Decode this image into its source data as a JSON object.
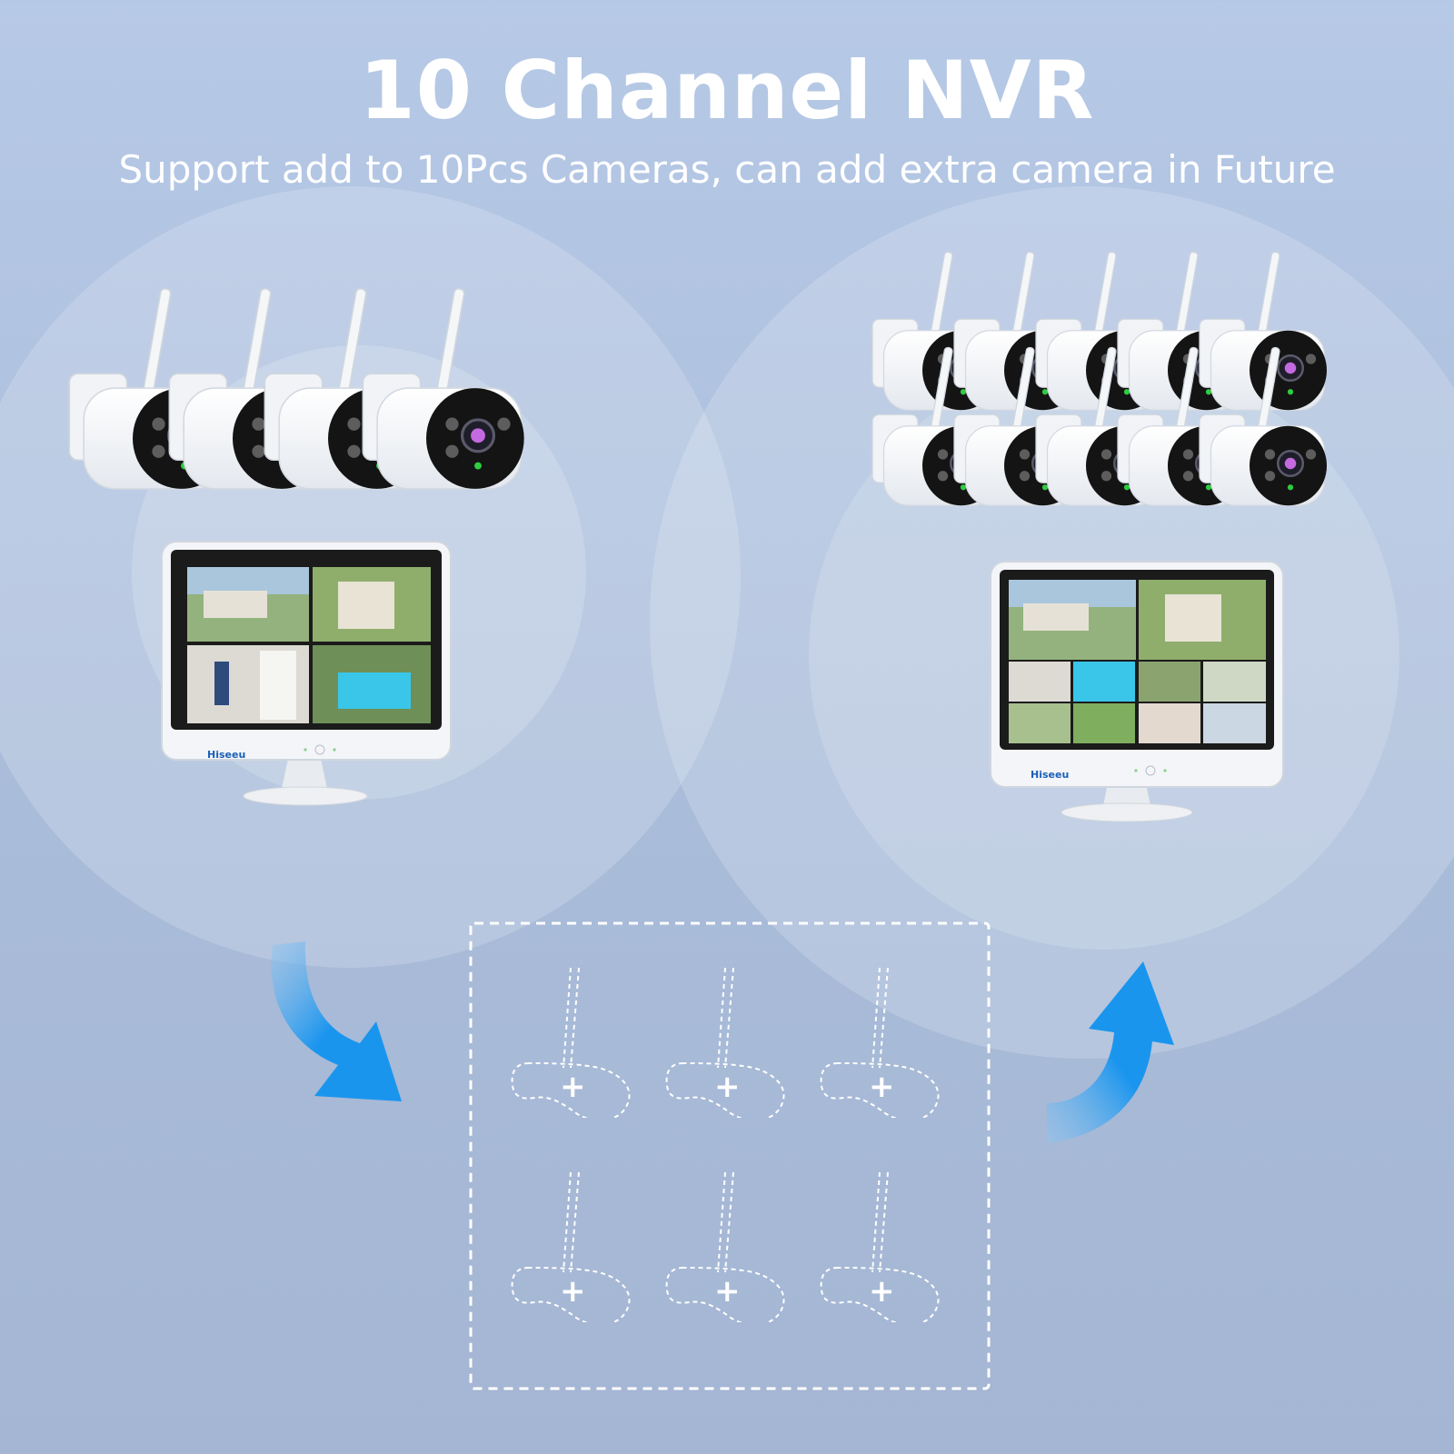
{
  "header": {
    "title": "10 Channel NVR",
    "subtitle": "Support add to 10Pcs Cameras, can add extra camera in Future"
  },
  "brand": {
    "name": "Hiseeu"
  },
  "kits": [
    {
      "name": "left-kit",
      "camera_count": 4,
      "screen_tiles": 4
    },
    {
      "name": "right-kit",
      "camera_count": 10,
      "screen_tiles": 10
    }
  ],
  "expansion": {
    "placeholder_slots": 6,
    "slot_symbol": "+"
  },
  "colors": {
    "background": "#b6c9e6",
    "arrow": "#1a95ee",
    "text": "#ffffff",
    "brand": "#1b5fb8"
  },
  "icons": [
    "camera-icon",
    "monitor-icon",
    "curved-arrow-icon",
    "dashed-camera-outline-icon",
    "plus-icon"
  ]
}
